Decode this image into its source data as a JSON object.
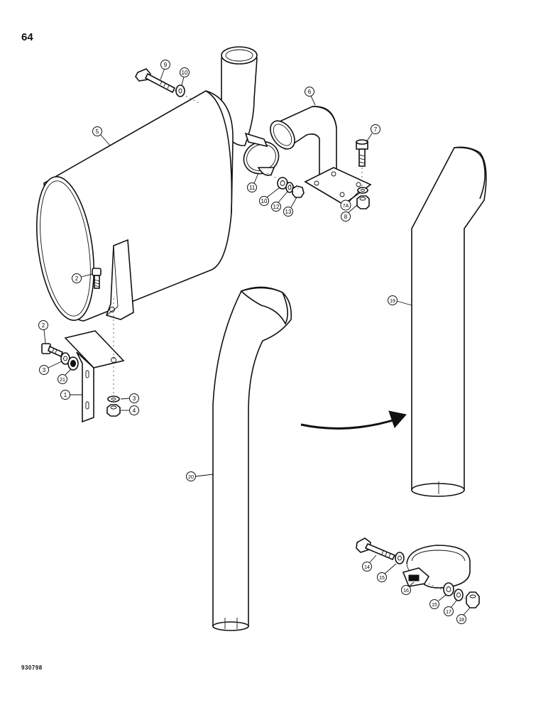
{
  "page": {
    "number": "64",
    "drawing_number": "930798"
  },
  "callouts": [
    {
      "id": "c9a",
      "label": "9"
    },
    {
      "id": "c10a",
      "label": "10"
    },
    {
      "id": "c5",
      "label": "5"
    },
    {
      "id": "c6",
      "label": "6"
    },
    {
      "id": "c7",
      "label": "7"
    },
    {
      "id": "c11",
      "label": "11"
    },
    {
      "id": "c10b",
      "label": "10"
    },
    {
      "id": "c12",
      "label": "12"
    },
    {
      "id": "c13",
      "label": "13"
    },
    {
      "id": "c7a",
      "label": "7A"
    },
    {
      "id": "c8",
      "label": "8"
    },
    {
      "id": "c2a",
      "label": "2"
    },
    {
      "id": "c2b",
      "label": "2"
    },
    {
      "id": "c3a",
      "label": "3"
    },
    {
      "id": "c21",
      "label": "21"
    },
    {
      "id": "c1",
      "label": "1"
    },
    {
      "id": "c3b",
      "label": "3"
    },
    {
      "id": "c4",
      "label": "4"
    },
    {
      "id": "c19",
      "label": "19"
    },
    {
      "id": "c20",
      "label": "20"
    },
    {
      "id": "c14",
      "label": "14"
    },
    {
      "id": "c15a",
      "label": "15"
    },
    {
      "id": "c16",
      "label": "16"
    },
    {
      "id": "c15b",
      "label": "15"
    },
    {
      "id": "c17",
      "label": "17"
    },
    {
      "id": "c18",
      "label": "18"
    }
  ]
}
